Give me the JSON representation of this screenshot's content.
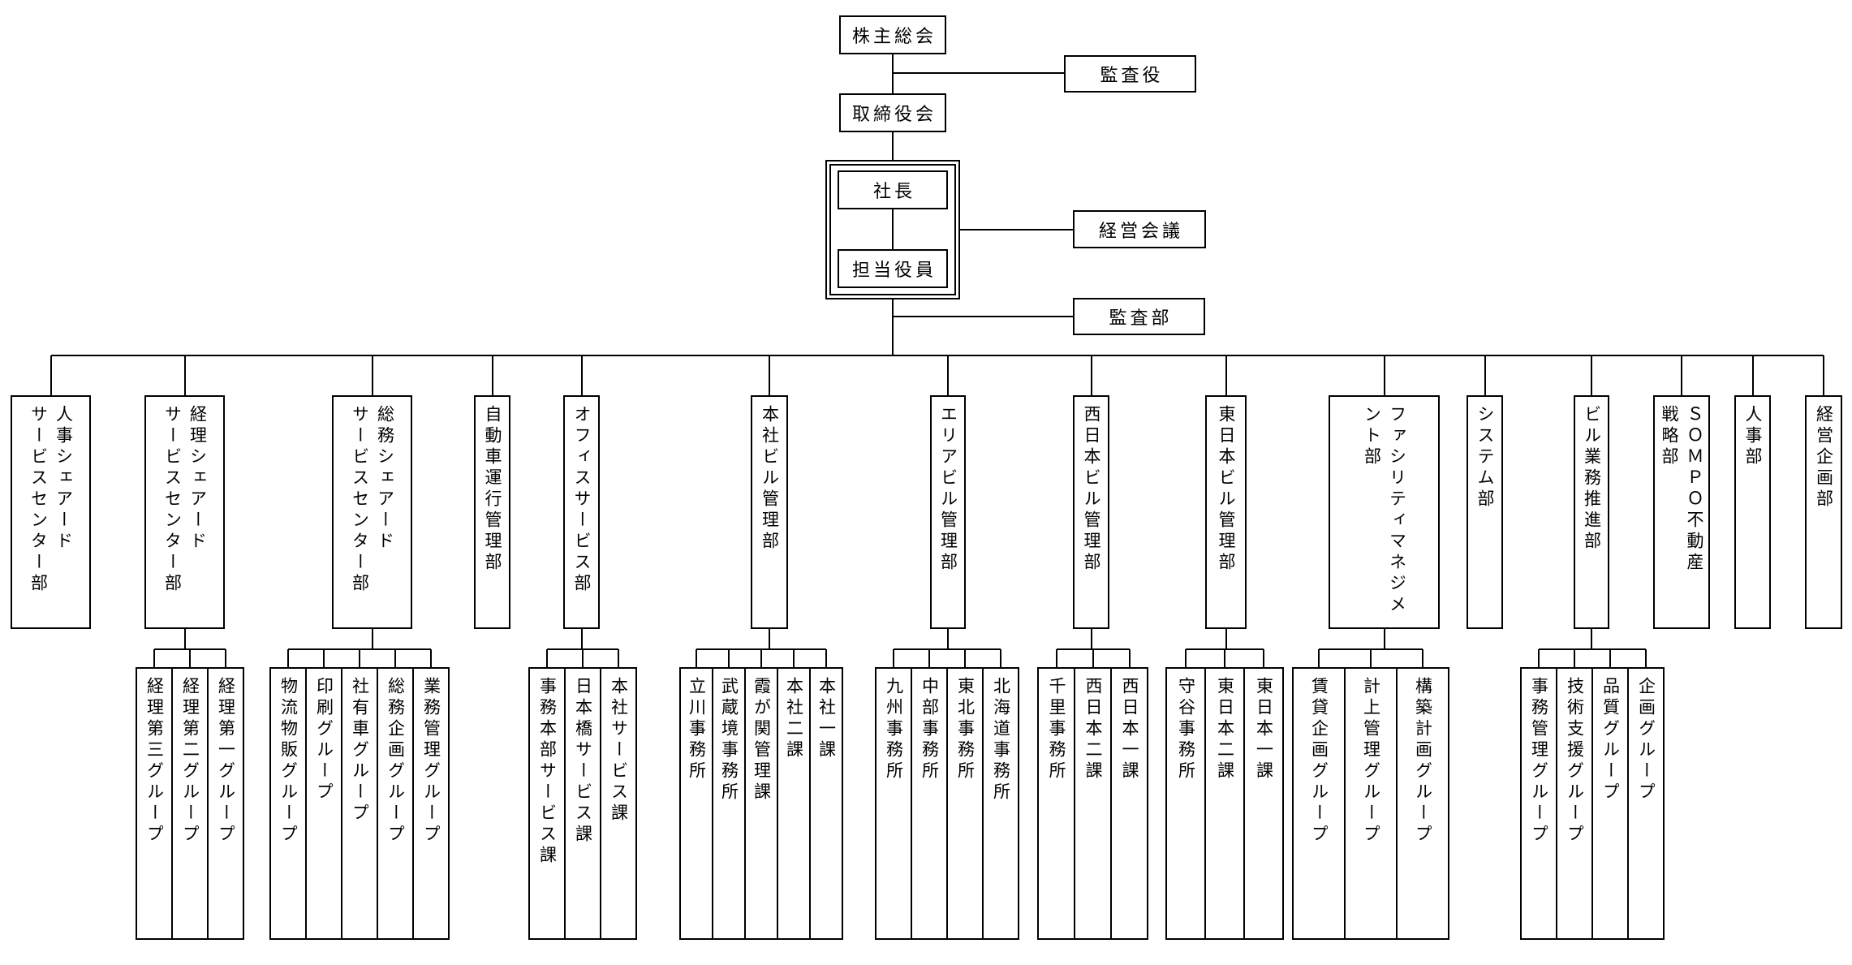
{
  "top": {
    "shareholders": "株主総会",
    "auditor": "監査役",
    "board": "取締役会",
    "president": "社長",
    "exec_officer": "担当役員",
    "management_meeting": "経営会議",
    "audit_dept": "監査部"
  },
  "departments": [
    {
      "label": "人事シェアード\nサービスセンター部",
      "children": []
    },
    {
      "label": "経理シェアード\nサービスセンター部",
      "children": [
        "経理第三グループ",
        "経理第二グループ",
        "経理第一グループ"
      ]
    },
    {
      "label": "総務シェアード\nサービスセンター部",
      "children": [
        "物流物販グループ",
        "印刷グループ",
        "社有車グループ",
        "総務企画グループ",
        "業務管理グループ"
      ]
    },
    {
      "label": "自動車運行管理部",
      "children": []
    },
    {
      "label": "オフィスサービス部",
      "children": [
        "事務本部サービス課",
        "日本橋サービス課",
        "本社サービス課"
      ]
    },
    {
      "label": "本社ビル管理部",
      "children": [
        "立川事務所",
        "武蔵境事務所",
        "霞が関管理課",
        "本社二課",
        "本社一課"
      ]
    },
    {
      "label": "エリアビル管理部",
      "children": [
        "九州事務所",
        "中部事務所",
        "東北事務所",
        "北海道事務所"
      ]
    },
    {
      "label": "西日本ビル管理部",
      "children": [
        "千里事務所",
        "西日本二課",
        "西日本一課"
      ]
    },
    {
      "label": "東日本ビル管理部",
      "children": [
        "守谷事務所",
        "東日本二課",
        "東日本一課"
      ]
    },
    {
      "label": "ファシリティマネジメ\nント部",
      "children": [
        "賃貸企画グループ",
        "計上管理グループ",
        "構築計画グループ"
      ]
    },
    {
      "label": "システム部",
      "children": []
    },
    {
      "label": "ビル業務推進部",
      "children": [
        "事務管理グループ",
        "技術支援グループ",
        "品質グループ",
        "企画グループ"
      ]
    },
    {
      "label": "ＳＯＭＰＯ不動産\n戦略部",
      "children": []
    },
    {
      "label": "人事部",
      "children": []
    },
    {
      "label": "経営企画部",
      "children": []
    }
  ]
}
